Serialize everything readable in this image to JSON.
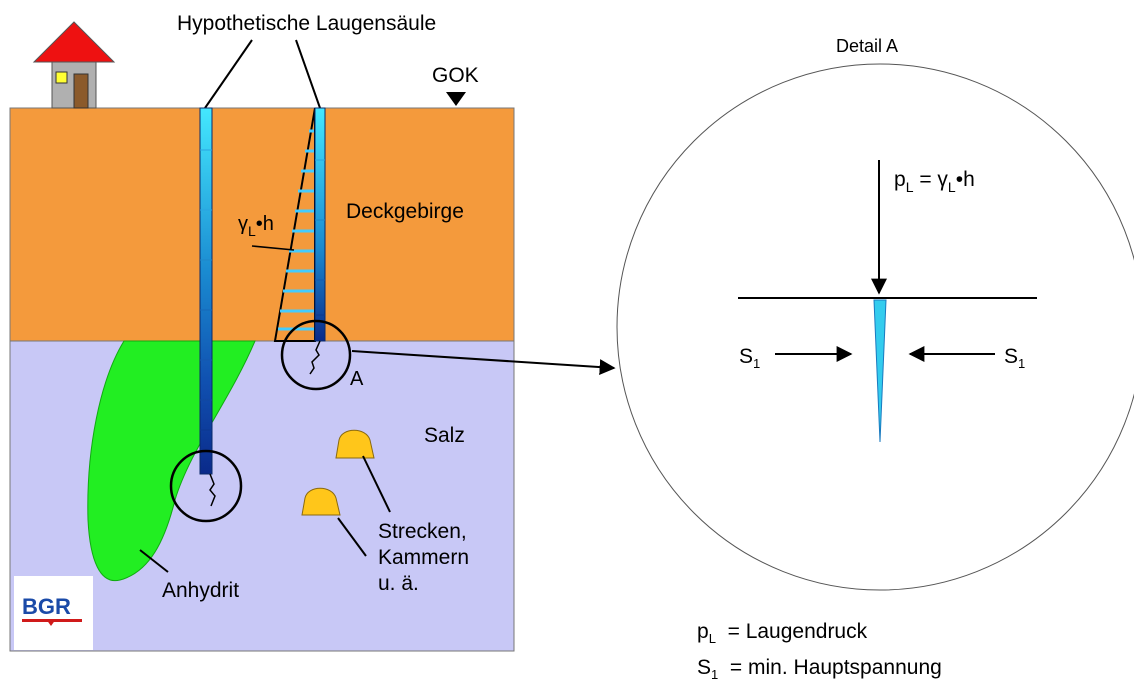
{
  "top_label": "Hypothetische  Laugensäule",
  "gok_label": "GOK",
  "layers": {
    "deckgebirge": "Deckgebirge",
    "salz": "Salz"
  },
  "formula_left": {
    "gamma": "γ",
    "sub": "L",
    "rest": "•h"
  },
  "anhydrit_label": "Anhydrit",
  "cavities_label": {
    "line1": "Strecken,",
    "line2": "Kammern",
    "line3": "u. ä."
  },
  "circle_label_a": "A",
  "detail": {
    "title": "Detail A",
    "pressure": {
      "p": "p",
      "sub": "L",
      "eq": " = ",
      "gamma": "γ",
      "gsub": "L",
      "rest": "•h"
    },
    "s1_left": {
      "s": "S",
      "sub": "1"
    },
    "s1_right": {
      "s": "S",
      "sub": "1"
    }
  },
  "legend": {
    "line1": {
      "p": "p",
      "sub": "L",
      "rest": "  = Laugendruck"
    },
    "line2": {
      "s": "S",
      "sub": "1",
      "rest": "  = min. Hauptspannung"
    }
  },
  "logo": {
    "text": "BGR"
  },
  "colors": {
    "deckgebirge": "#f49a3c",
    "salz": "#c8c8f6",
    "anhydrit": "#22ee22",
    "cavity": "#ffc61a",
    "brine_light": "#33ddff",
    "brine_dark": "#0a2a8a",
    "roof": "#ee1111",
    "house": "#b0b0b0"
  }
}
